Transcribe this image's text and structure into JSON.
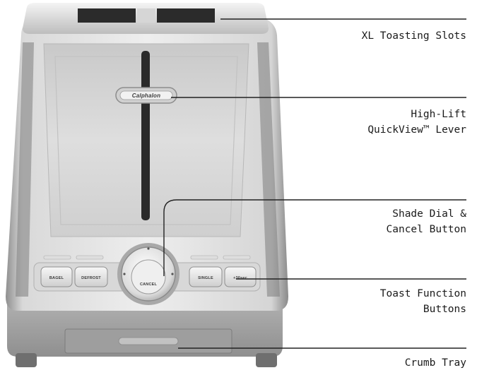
{
  "diagram": {
    "subject": "two-slice toaster",
    "colors": {
      "body_light": "#e6e6e6",
      "body_mid": "#c8c8c8",
      "body_dark": "#9c9c9c",
      "leader_line": "#222222",
      "text": "#1a1a1a"
    },
    "callouts": [
      {
        "id": "slots",
        "lines": [
          "XL Toasting Slots"
        ]
      },
      {
        "id": "lever",
        "lines": [
          "High-Lift",
          "QuickView™ Lever"
        ]
      },
      {
        "id": "dial",
        "lines": [
          "Shade Dial &",
          "Cancel Button"
        ]
      },
      {
        "id": "function",
        "lines": [
          "Toast Function",
          "Buttons"
        ]
      },
      {
        "id": "tray",
        "lines": [
          "Crumb Tray"
        ]
      }
    ],
    "product_labels": {
      "lever_badge": "Calphalon",
      "bagel_button": "BAGEL",
      "defrost_button": "DEFROST",
      "cancel_button": "CANCEL",
      "single_button": "SINGLE",
      "peek_button": "+30sec"
    }
  }
}
